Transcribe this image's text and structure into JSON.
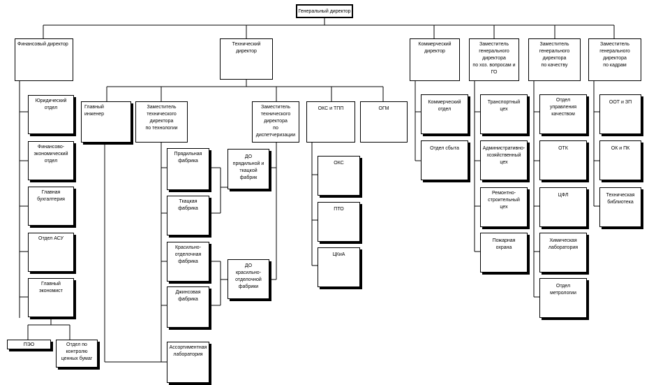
{
  "chart_title": "Генеральный директор",
  "nodes": {
    "gen_dir": "Генеральный директор",
    "fin_dir": "Финансовый директор",
    "legal": "Юридический\nотдел",
    "fin_econ": "Финансово-\nэкономический\nотдел",
    "accounting": "Главная\nбухгалтерия",
    "asu": "Отдел АСУ",
    "chief_econ": "Главный\nэкономист",
    "pzo": "ПЭО",
    "securities": "Отдел по\nконтролю\nценных бумаг",
    "tech_dir": "Технический\nдиректор",
    "chief_eng": "Главный\nинженер",
    "dep_tech": "Заместитель\nтехнического\nдиректора\nпо технологии",
    "spinning": "Прядильная\nфабрика",
    "weaving": "Ткацкая\nфабрика",
    "dyeing": "Красильно-\nотделочная\nфабрика",
    "denim": "Джинсовая\nфабрика",
    "assortment": "Ассортиментная\nлаборатория",
    "do_spin": "ДО\nпрядильной и\nткацкой\nфабрик",
    "do_dye": "ДО\nкрасильно-\nотделочной\nфабрики",
    "dep_disp": "Заместитель\nтехнического\nдиректора\nпо диспетчеризации",
    "oks_tpp": "ОКС и ТПП",
    "oks": "ОКС",
    "ptd": "ПТО",
    "tsak": "ЦКиА",
    "ogm": "ОГМ",
    "com_dir": "Коммерческий\nдиректор",
    "com_dept": "Коммерческий отдел",
    "sales": "Отдел сбыта",
    "dep_hoz": "Заместитель\nгенерального\nдиректора\nпо хоз. вопросам и ГО",
    "transport": "Транспортный\nцех",
    "admin": "Административно-\nхозяйственный\nцех",
    "repair": "Ремонтно-\nстроительный\nцех",
    "fire": "Пожарная\nохрана",
    "dep_qual": "Заместитель\nгенерального\nдиректора\nпо качеству",
    "quality_dept": "Отдел\nуправления\nкачеством",
    "otk": "ОТК",
    "tsfl": "ЦФЛ",
    "chem_lab": "Химическая\nлаборатория",
    "metrology": "Отдел\nметрологии",
    "dep_hr": "Заместитель\nгенерального\nдиректора\nпо кадрам",
    "oot_zp": "ООТ и ЗП",
    "ok_pk": "ОК и ПК",
    "library": "Техническая\nбиблиотека"
  }
}
